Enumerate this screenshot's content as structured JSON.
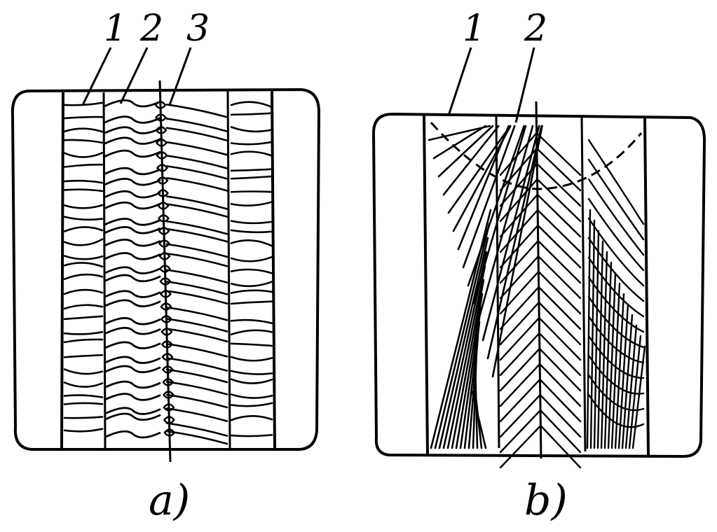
{
  "figure_a": {
    "caption": "a)",
    "callouts": [
      "1",
      "2",
      "3"
    ]
  },
  "figure_b": {
    "caption": "b)",
    "callouts": [
      "1",
      "2"
    ]
  },
  "colors": {
    "ink": "#000000",
    "paper": "#ffffff"
  }
}
